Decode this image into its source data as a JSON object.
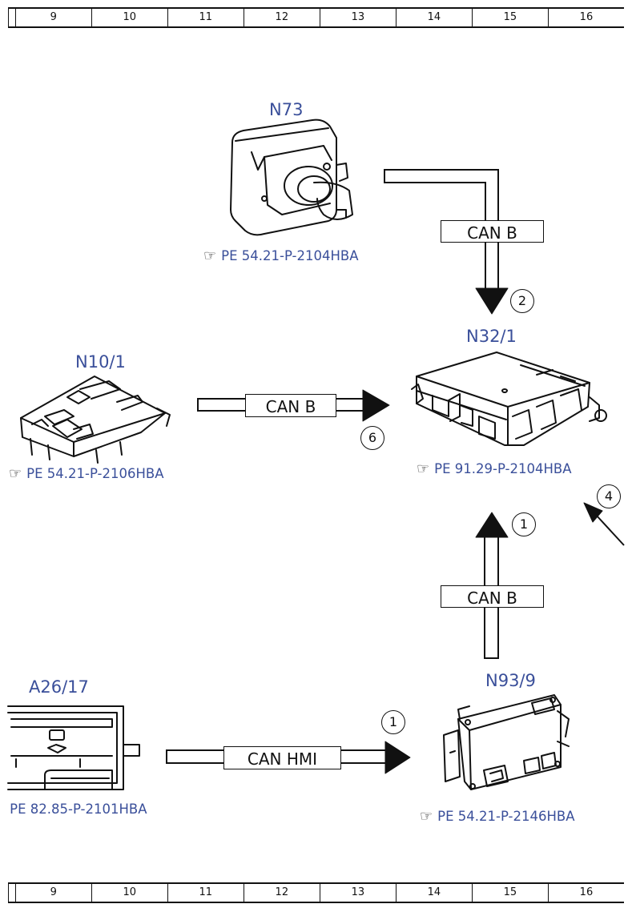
{
  "ruler": {
    "columns": [
      "9",
      "10",
      "11",
      "12",
      "13",
      "14",
      "15",
      "16"
    ]
  },
  "components": {
    "n73": {
      "title": "N73",
      "reference": "PE 54.21-P-2104HBA"
    },
    "n32_1": {
      "title": "N32/1",
      "reference": "PE 91.29-P-2104HBA"
    },
    "n10_1": {
      "title": "N10/1",
      "reference": "PE 54.21-P-2106HBA"
    },
    "a26_17": {
      "title": "A26/17",
      "reference": "PE 82.85-P-2101HBA"
    },
    "n93_9": {
      "title": "N93/9",
      "reference": "PE 54.21-P-2146HBA"
    }
  },
  "connections": {
    "n73_to_n32": {
      "bus": "CAN B",
      "badge": "2"
    },
    "n10_to_n32": {
      "bus": "CAN B",
      "badge": "6"
    },
    "n93_to_n32": {
      "bus": "CAN B",
      "badge": "1"
    },
    "a26_to_n93": {
      "bus": "CAN HMI",
      "badge": "1"
    },
    "offpage_to_n32": {
      "badge": "4"
    }
  },
  "icons": {
    "reference": "pointing-hand-icon"
  },
  "colors": {
    "title_text": "#3a4f9a",
    "line": "#111111"
  }
}
